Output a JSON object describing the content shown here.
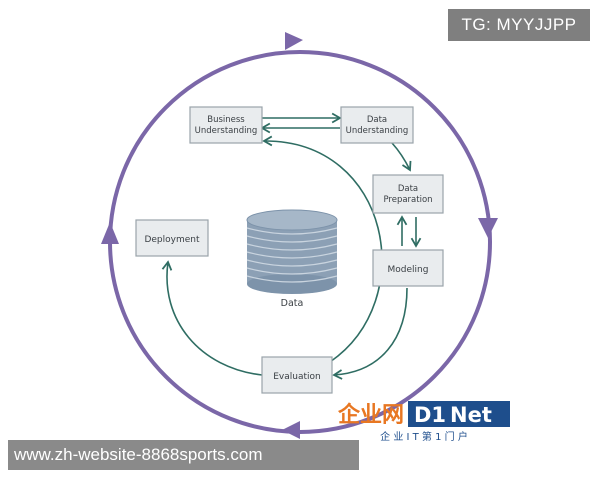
{
  "overlay": {
    "badge": "TG: MYYJJPP",
    "url": "www.zh-website-8868sports.com"
  },
  "diagram": {
    "nodes": {
      "business_understanding": [
        "Business",
        "Understanding"
      ],
      "data_understanding": [
        "Data",
        "Understanding"
      ],
      "data_preparation": [
        "Data",
        "Preparation"
      ],
      "modeling": "Modeling",
      "evaluation": "Evaluation",
      "deployment": "Deployment",
      "data": "Data"
    }
  },
  "watermark": {
    "brand_cn": "企业网",
    "brand_d1": "D1",
    "brand_net": "Net",
    "tagline": "企 业 I T 第 1 门 户"
  },
  "colors": {
    "cycle": "#7b67a8",
    "flow": "#2f6d63",
    "box_fill": "#e9ecee",
    "box_border": "#9aa3aa",
    "cylinder": "#8ca0b5"
  }
}
